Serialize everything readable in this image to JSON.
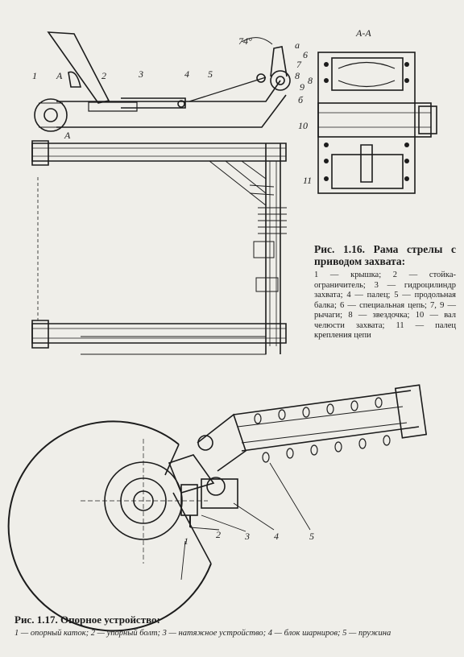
{
  "figure_116": {
    "title": "Рис. 1.16. Рама стрелы с приводом захвата:",
    "legend": "1 — крышка; 2 — стойка-ограничитель; 3 — гидроцилиндр захвата; 4 — палец; 5 — продольная балка; 6 — специальная цепь; 7, 9 — рычаги; 8 — звездочка; 10 — вал челюсти захвата; 11 — палец крепления цепи",
    "section_label": "А-А",
    "angle_label": "74°",
    "callouts": [
      "1",
      "2",
      "3",
      "4",
      "5",
      "а",
      "6",
      "7",
      "8",
      "9",
      "б",
      "8",
      "10",
      "11"
    ],
    "cut_marks": [
      "А",
      "А"
    ]
  },
  "figure_117": {
    "title": "Рис. 1.17. Опорное устройство:",
    "legend": "1 — опорный каток; 2 — упорный болт; 3 — натяжное устройство; 4 — блок шарниров; 5 — пружина",
    "callouts": [
      "1",
      "2",
      "3",
      "4",
      "5"
    ]
  }
}
